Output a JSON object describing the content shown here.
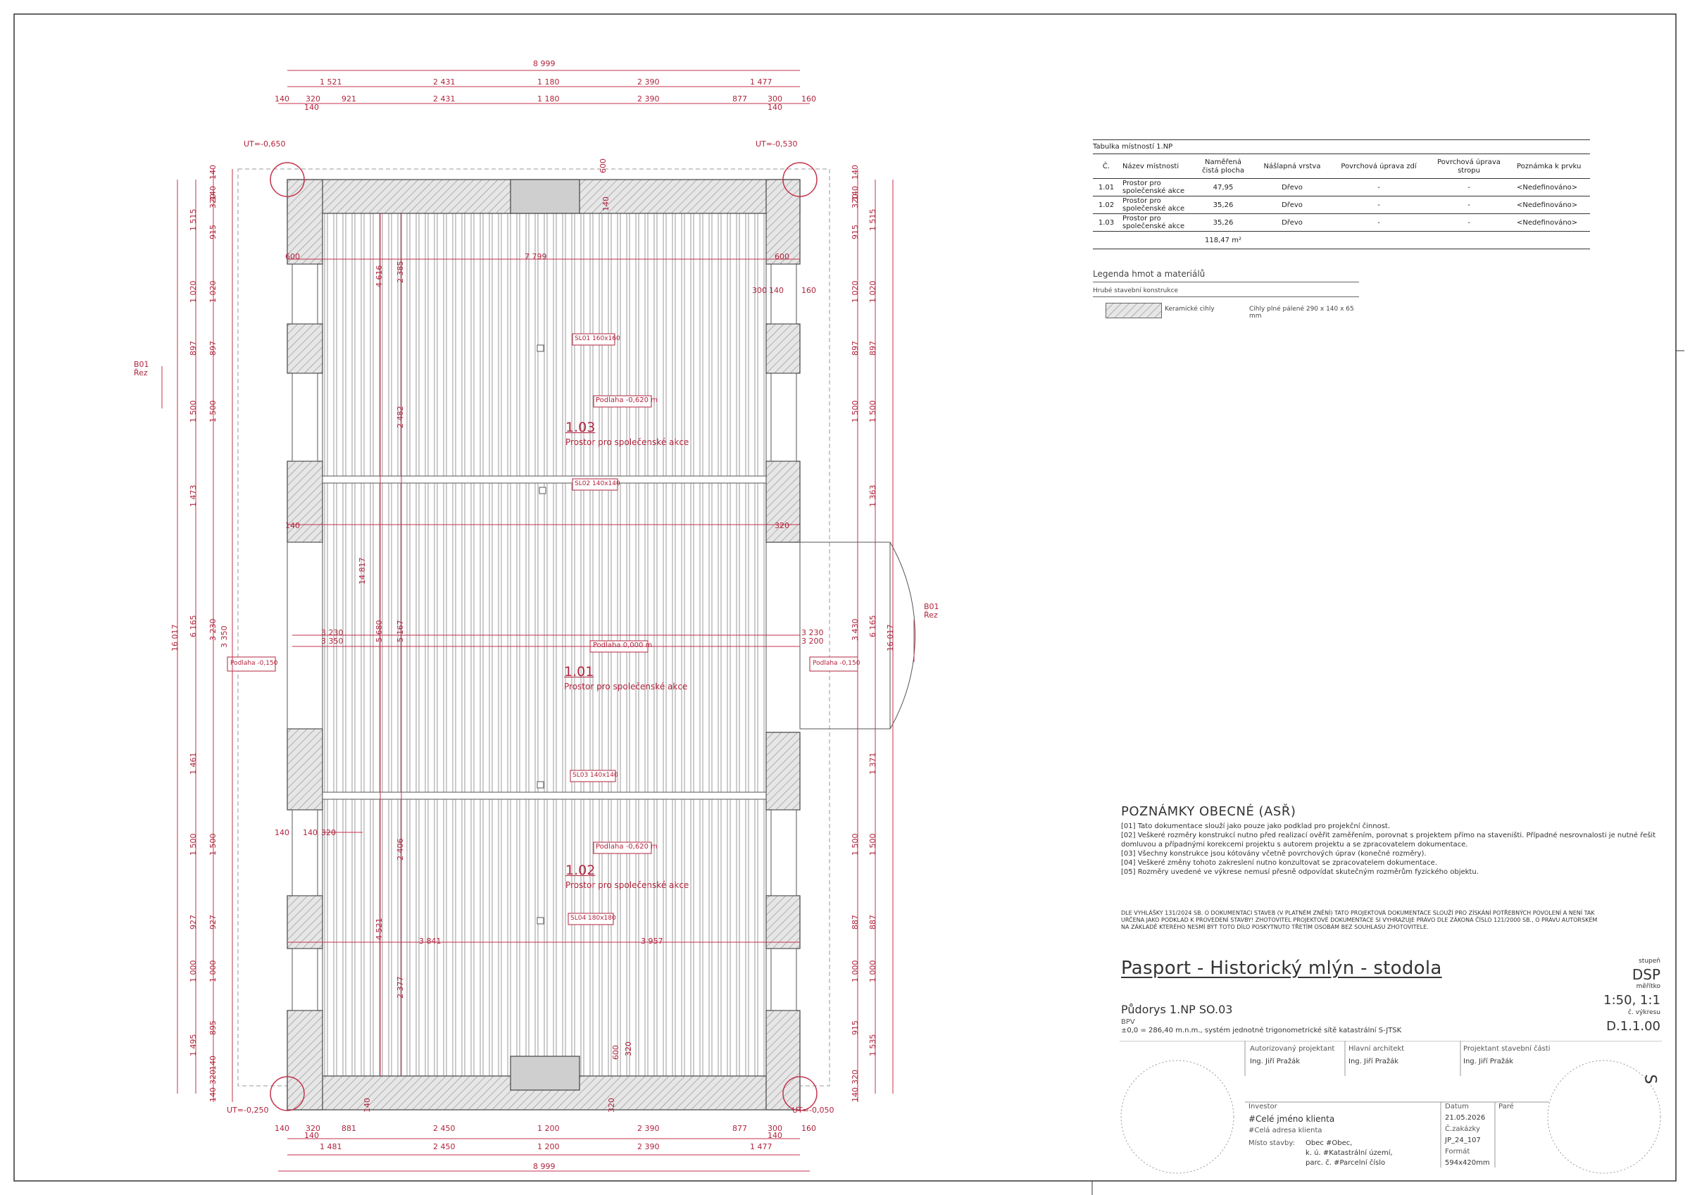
{
  "room_table": {
    "title": "Tabulka místností 1.NP",
    "headers": [
      "Č.",
      "Název místnosti",
      "Naměřená čistá plocha",
      "Nášlapná vrstva",
      "Povrchová úprava zdí",
      "Povrchová úprava stropu",
      "Poznámka k prvku"
    ],
    "rows": [
      [
        "1.01",
        "Prostor pro společenské akce",
        "47,95",
        "Dřevo",
        "-",
        "-",
        "<Nedefinováno>"
      ],
      [
        "1.02",
        "Prostor pro společenské akce",
        "35,26",
        "Dřevo",
        "-",
        "-",
        "<Nedefinováno>"
      ],
      [
        "1.03",
        "Prostor pro společenské akce",
        "35,26",
        "Dřevo",
        "-",
        "-",
        "<Nedefinováno>"
      ]
    ],
    "total": "118,47 m²"
  },
  "legend": {
    "title": "Legenda hmot a materiálů",
    "subtitle": "Hrubé stavební konstrukce",
    "material": "Keramické cihly",
    "material_desc": "Cihly plné pálené 290 x 140 x 65 mm"
  },
  "notes": {
    "title": "POZNÁMKY OBECNÉ (ASŘ)",
    "items": [
      "[01] Tato dokumentace slouží jako pouze jako podklad pro projekční činnost.",
      "[02] Veškeré rozměry konstrukcí nutno před realizací ověřit zaměřením, porovnat s projektem přímo na staveništi. Případné nesrovnalosti je nutné řešit domluvou a případnými korekcemi projektu s autorem projektu a se zpracovatelem dokumentace.",
      "[03] Všechny konstrukce jsou kótovány včetně povrchových úprav (konečné rozměry).",
      "[04] Veškeré změny tohoto zakreslení nutno konzultovat se zpracovatelem dokumentace.",
      "[05] Rozměry uvedené ve výkrese nemusí přesně odpovídat skutečným rozměrům fyzického objektu."
    ],
    "legal": "Dle vyhlášky 131/2024 Sb. o dokumentaci staveb (v platném znění) tato projektová dokumentace slouží pro získání potřebných povolení a není tak určena jako podklad k provedení stavby! Zhotovitel projektové dokumentace si vyhrazuje právo dle zákona číslo 121/2000 Sb., o právu autorském na základě kterého nesmí být toto dílo poskytnuto třetím osobám bez souhlasu zhotovitele."
  },
  "title_block": {
    "project": "Pasport - Historický mlýn - stodola",
    "drawing": "Půdorys 1.NP SO.03",
    "bpv": "BPV",
    "datum_line": "±0,0 = 286,40 m.n.m., systém jednotné trigonometrické sítě katastrální S-JTSK",
    "stupen_label": "stupeň",
    "stupen": "DSP",
    "meritko_label": "měřítko",
    "meritko": "1:50, 1:1",
    "cislo_label": "č. výkresu",
    "cislo": "D.1.1.00",
    "autor_label": "Autorizovaný projektant",
    "autor": "Ing. Jiří Pražák",
    "architekt_label": "Hlavní architekt",
    "architekt": "Ing. Jiří Pražák",
    "projektant_label": "Projektant stavební části",
    "projektant": "Ing. Jiří Pražák",
    "investor_label": "Investor",
    "investor": "#Celé jméno klienta",
    "investor_addr": "#Celá adresa klienta",
    "misto_label": "Místo stavby:",
    "misto_1": "Obec #Obec,",
    "misto_2": "k. ú. #Katastrální území,",
    "misto_3": "parc. č. #Parcelní číslo",
    "datum_label": "Datum",
    "datum": "21.05.2026",
    "zakazka_label": "Č.zakázky",
    "zakazka": "JP_24_107",
    "format_label": "Formát",
    "format": "594x420mm",
    "pare_label": "Paré"
  },
  "plan": {
    "levels": {
      "nw": "UT=-0,650",
      "ne": "UT=-0,530",
      "sw": "UT=-0,250",
      "se": "UT=-0,050"
    },
    "section_label_1": "B01",
    "section_label_2": "Řez",
    "rooms": [
      {
        "num": "1.03",
        "name": "Prostor pro společenské akce",
        "floor": "Podlaha  -0,620 m"
      },
      {
        "num": "1.01",
        "name": "Prostor pro společenské akce",
        "floor": "Podlaha  0,000 m"
      },
      {
        "num": "1.02",
        "name": "Prostor pro společenské akce",
        "floor": "Podlaha  -0,620 m"
      }
    ],
    "columns": [
      "SL01 160x160",
      "SL02 140x140",
      "SL03 140x140",
      "SL04 180x180"
    ],
    "side_floor_left": "Podlaha -0,150",
    "side_floor_right": "Podlaha -0,150",
    "top_total": "8 999",
    "top_row1": [
      "1 521",
      "2 431",
      "1 180",
      "2 390",
      "1 477"
    ],
    "top_row2": [
      "140",
      "320",
      "921",
      "2 431",
      "1 180",
      "2 390",
      "877",
      "300",
      "160"
    ],
    "top_row2_sub": [
      "140",
      "140"
    ],
    "bottom_total": "8 999",
    "bottom_row1": [
      "1 481",
      "2 450",
      "1 200",
      "2 390",
      "1 477"
    ],
    "bottom_row2": [
      "140",
      "320",
      "881",
      "2 450",
      "1 200",
      "2 390",
      "877",
      "300",
      "160"
    ],
    "bottom_row2_sub": [
      "140",
      "140"
    ],
    "left_total": "16 017",
    "left_mid": "6 165",
    "left_col1": [
      "1 515",
      "1 020",
      "897",
      "1 500",
      "1 473",
      "1 461",
      "1 500",
      "927",
      "1 000",
      "1 495"
    ],
    "left_col2": [
      "140",
      "320",
      "140",
      "915",
      "1 020",
      "897",
      "1 500",
      "3 230",
      "3 350",
      "1 500",
      "927",
      "1 000",
      "895",
      "140",
      "320",
      "140"
    ],
    "right_total": "16 017",
    "right_mid": "6 165",
    "right_col1": [
      "1 515",
      "1 020",
      "897",
      "1 500",
      "1 363",
      "1 371",
      "1 500",
      "887",
      "1 000",
      "1 535"
    ],
    "right_col2": [
      "140",
      "320",
      "140",
      "915",
      "1 020",
      "897",
      "1 500",
      "3 430",
      "1 500",
      "887",
      "1 000",
      "915",
      "320",
      "140"
    ],
    "inner_dims": [
      "600",
      "7 799",
      "600",
      "300",
      "140",
      "160",
      "4 616",
      "2 385",
      "2 482",
      "14 817",
      "5 680",
      "5 167",
      "3 230",
      "3 350",
      "3 230",
      "3 200",
      "2 406",
      "4 521",
      "2 377",
      "3 841",
      "3 957",
      "140",
      "140",
      "320",
      "140",
      "320",
      "600",
      "320",
      "140",
      "600",
      "140",
      "320"
    ]
  }
}
